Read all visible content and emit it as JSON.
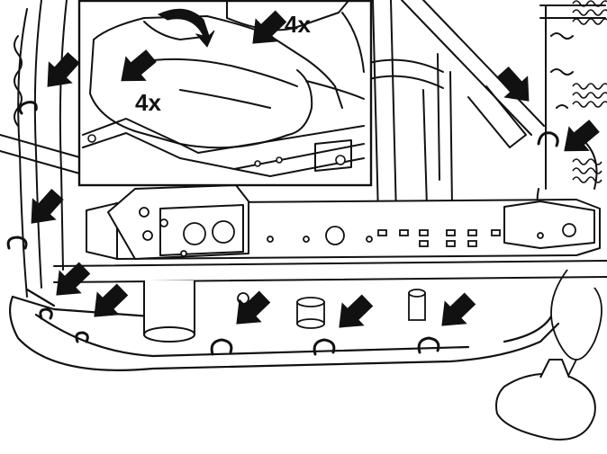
{
  "inset": {
    "callouts": [
      "4x",
      "4x"
    ]
  },
  "colors": {
    "line": "#111111",
    "background": "#ffffff",
    "arrow": "#111111"
  },
  "arrows": {
    "inset_count": 2,
    "main_count": 9,
    "icon": "callout-arrow-icon"
  },
  "clips": {
    "count": 8,
    "icon": "hog-ring-clip-icon"
  }
}
